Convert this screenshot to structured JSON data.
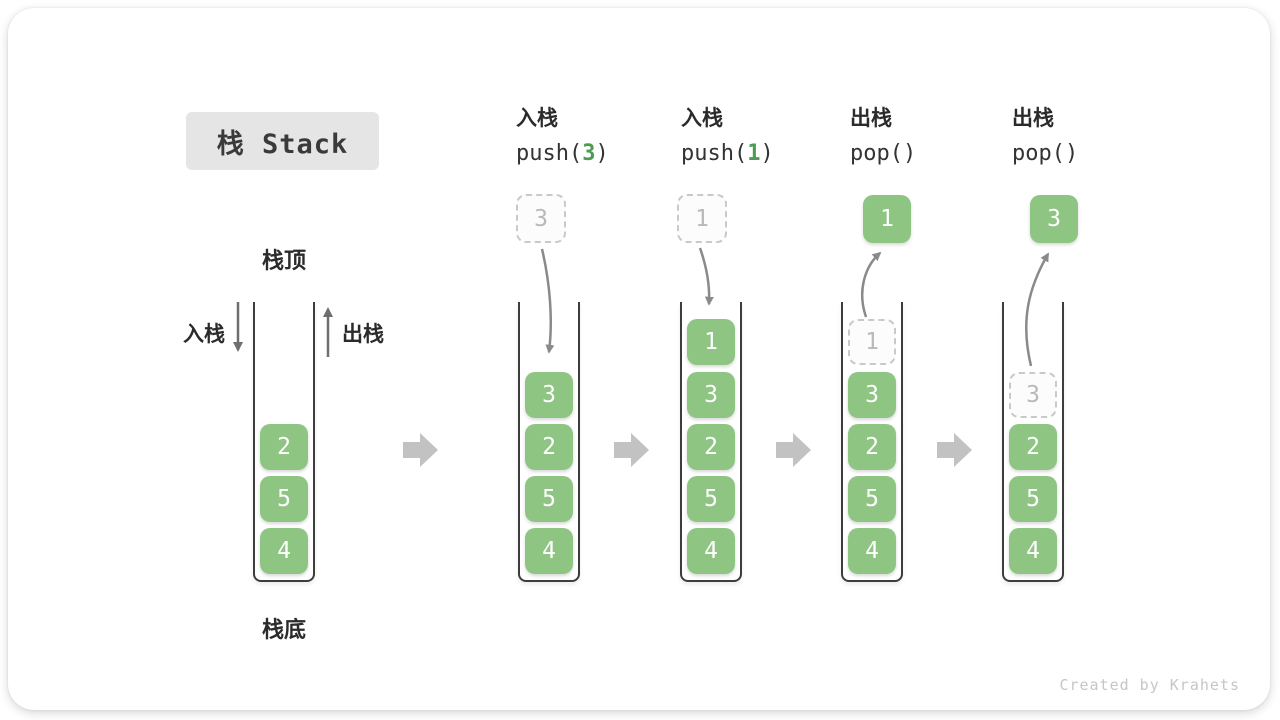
{
  "title": {
    "label": "栈 Stack"
  },
  "legend": {
    "stack_top": "栈顶",
    "stack_bottom": "栈底",
    "push_in": "入栈",
    "pop_out": "出栈"
  },
  "watermark": "Created by Krahets",
  "colors": {
    "cell_green": "#8FC583",
    "code_green": "#4E9B51",
    "ghost_border": "#C9C9C9",
    "ghost_text": "#B9B9B9",
    "wall_ink": "#3D3D3D",
    "label_ink": "#2B2B2B",
    "flow_arrow_gray": "#C2C2C2",
    "line_arrow_gray": "#8A8A8A",
    "title_bg": "#E5E5E5",
    "watermark_gray": "#C6C6C6"
  },
  "stages": [
    {
      "name": "initial-stack",
      "label": null,
      "float_box": null,
      "cells": [
        {
          "value": "2",
          "row": 2,
          "ghost": false
        },
        {
          "value": "5",
          "row": 3,
          "ghost": false
        },
        {
          "value": "4",
          "row": 4,
          "ghost": false
        }
      ]
    },
    {
      "name": "push-3",
      "label": {
        "op_cn": "入栈",
        "code": [
          {
            "text": "push(",
            "green": false
          },
          {
            "text": "3",
            "green": true
          },
          {
            "text": ")",
            "green": false
          }
        ]
      },
      "float_box": {
        "value": "3",
        "ghost": true
      },
      "cells": [
        {
          "value": "3",
          "row": 1,
          "ghost": false
        },
        {
          "value": "2",
          "row": 2,
          "ghost": false
        },
        {
          "value": "5",
          "row": 3,
          "ghost": false
        },
        {
          "value": "4",
          "row": 4,
          "ghost": false
        }
      ]
    },
    {
      "name": "push-1",
      "label": {
        "op_cn": "入栈",
        "code": [
          {
            "text": "push(",
            "green": false
          },
          {
            "text": "1",
            "green": true
          },
          {
            "text": ")",
            "green": false
          }
        ]
      },
      "float_box": {
        "value": "1",
        "ghost": true
      },
      "cells": [
        {
          "value": "1",
          "row": 0,
          "ghost": false
        },
        {
          "value": "3",
          "row": 1,
          "ghost": false
        },
        {
          "value": "2",
          "row": 2,
          "ghost": false
        },
        {
          "value": "5",
          "row": 3,
          "ghost": false
        },
        {
          "value": "4",
          "row": 4,
          "ghost": false
        }
      ]
    },
    {
      "name": "pop-1",
      "label": {
        "op_cn": "出栈",
        "code": [
          {
            "text": "pop()",
            "green": false
          }
        ]
      },
      "float_box": {
        "value": "1",
        "ghost": false
      },
      "cells": [
        {
          "value": "1",
          "row": 0,
          "ghost": true
        },
        {
          "value": "3",
          "row": 1,
          "ghost": false
        },
        {
          "value": "2",
          "row": 2,
          "ghost": false
        },
        {
          "value": "5",
          "row": 3,
          "ghost": false
        },
        {
          "value": "4",
          "row": 4,
          "ghost": false
        }
      ]
    },
    {
      "name": "pop-3",
      "label": {
        "op_cn": "出栈",
        "code": [
          {
            "text": "pop()",
            "green": false
          }
        ]
      },
      "float_box": {
        "value": "3",
        "ghost": false
      },
      "cells": [
        {
          "value": "3",
          "row": 1,
          "ghost": true
        },
        {
          "value": "2",
          "row": 2,
          "ghost": false
        },
        {
          "value": "5",
          "row": 3,
          "ghost": false
        },
        {
          "value": "4",
          "row": 4,
          "ghost": false
        }
      ]
    }
  ]
}
